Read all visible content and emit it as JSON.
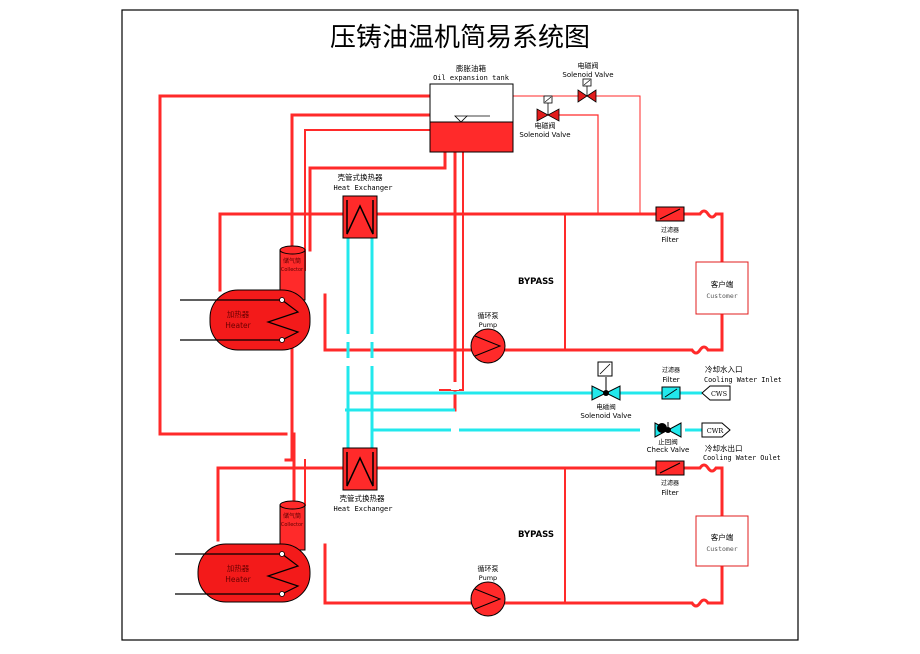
{
  "title": "压铸油温机简易系统图",
  "colors": {
    "oil_red": "#ff2a2a",
    "heater_red": "#f31a1a",
    "water_cyan": "#22e8ec",
    "line_black": "#000000",
    "background": "#ffffff"
  },
  "labels": {
    "expansion_tank_cn": "膨胀油箱",
    "expansion_tank_en": "Oil expansion tank",
    "solenoid_cn": "电磁阀",
    "solenoid_en": "Solenoid Valve",
    "heat_exchanger_cn": "壳管式换热器",
    "heat_exchanger_en": "Heat Exchanger",
    "filter_cn": "过滤器",
    "filter_en": "Filter",
    "bypass": "BYPASS",
    "customer_cn": "客户端",
    "customer_en": "Customer",
    "heater_cn": "加热器",
    "heater_en": "Heater",
    "pump_cn": "循环泵",
    "pump_en": "Pump",
    "exhaust_cn": "储气筒",
    "exhaust_en": "Collector",
    "check_valve_cn": "止回阀",
    "check_valve_en": "Check Valve",
    "cws": "CWS",
    "cwr": "CWR",
    "cooling_inlet_cn": "冷却水入口",
    "cooling_inlet_en": "Cooling Water Inlet",
    "cooling_outlet_cn": "冷却水出口",
    "cooling_outlet_en": "Cooling Water Oulet"
  },
  "icons": [
    "solenoid-valve-icon",
    "filter-icon",
    "pump-icon",
    "heat-exchanger-icon",
    "check-valve-icon",
    "heater-icon"
  ]
}
